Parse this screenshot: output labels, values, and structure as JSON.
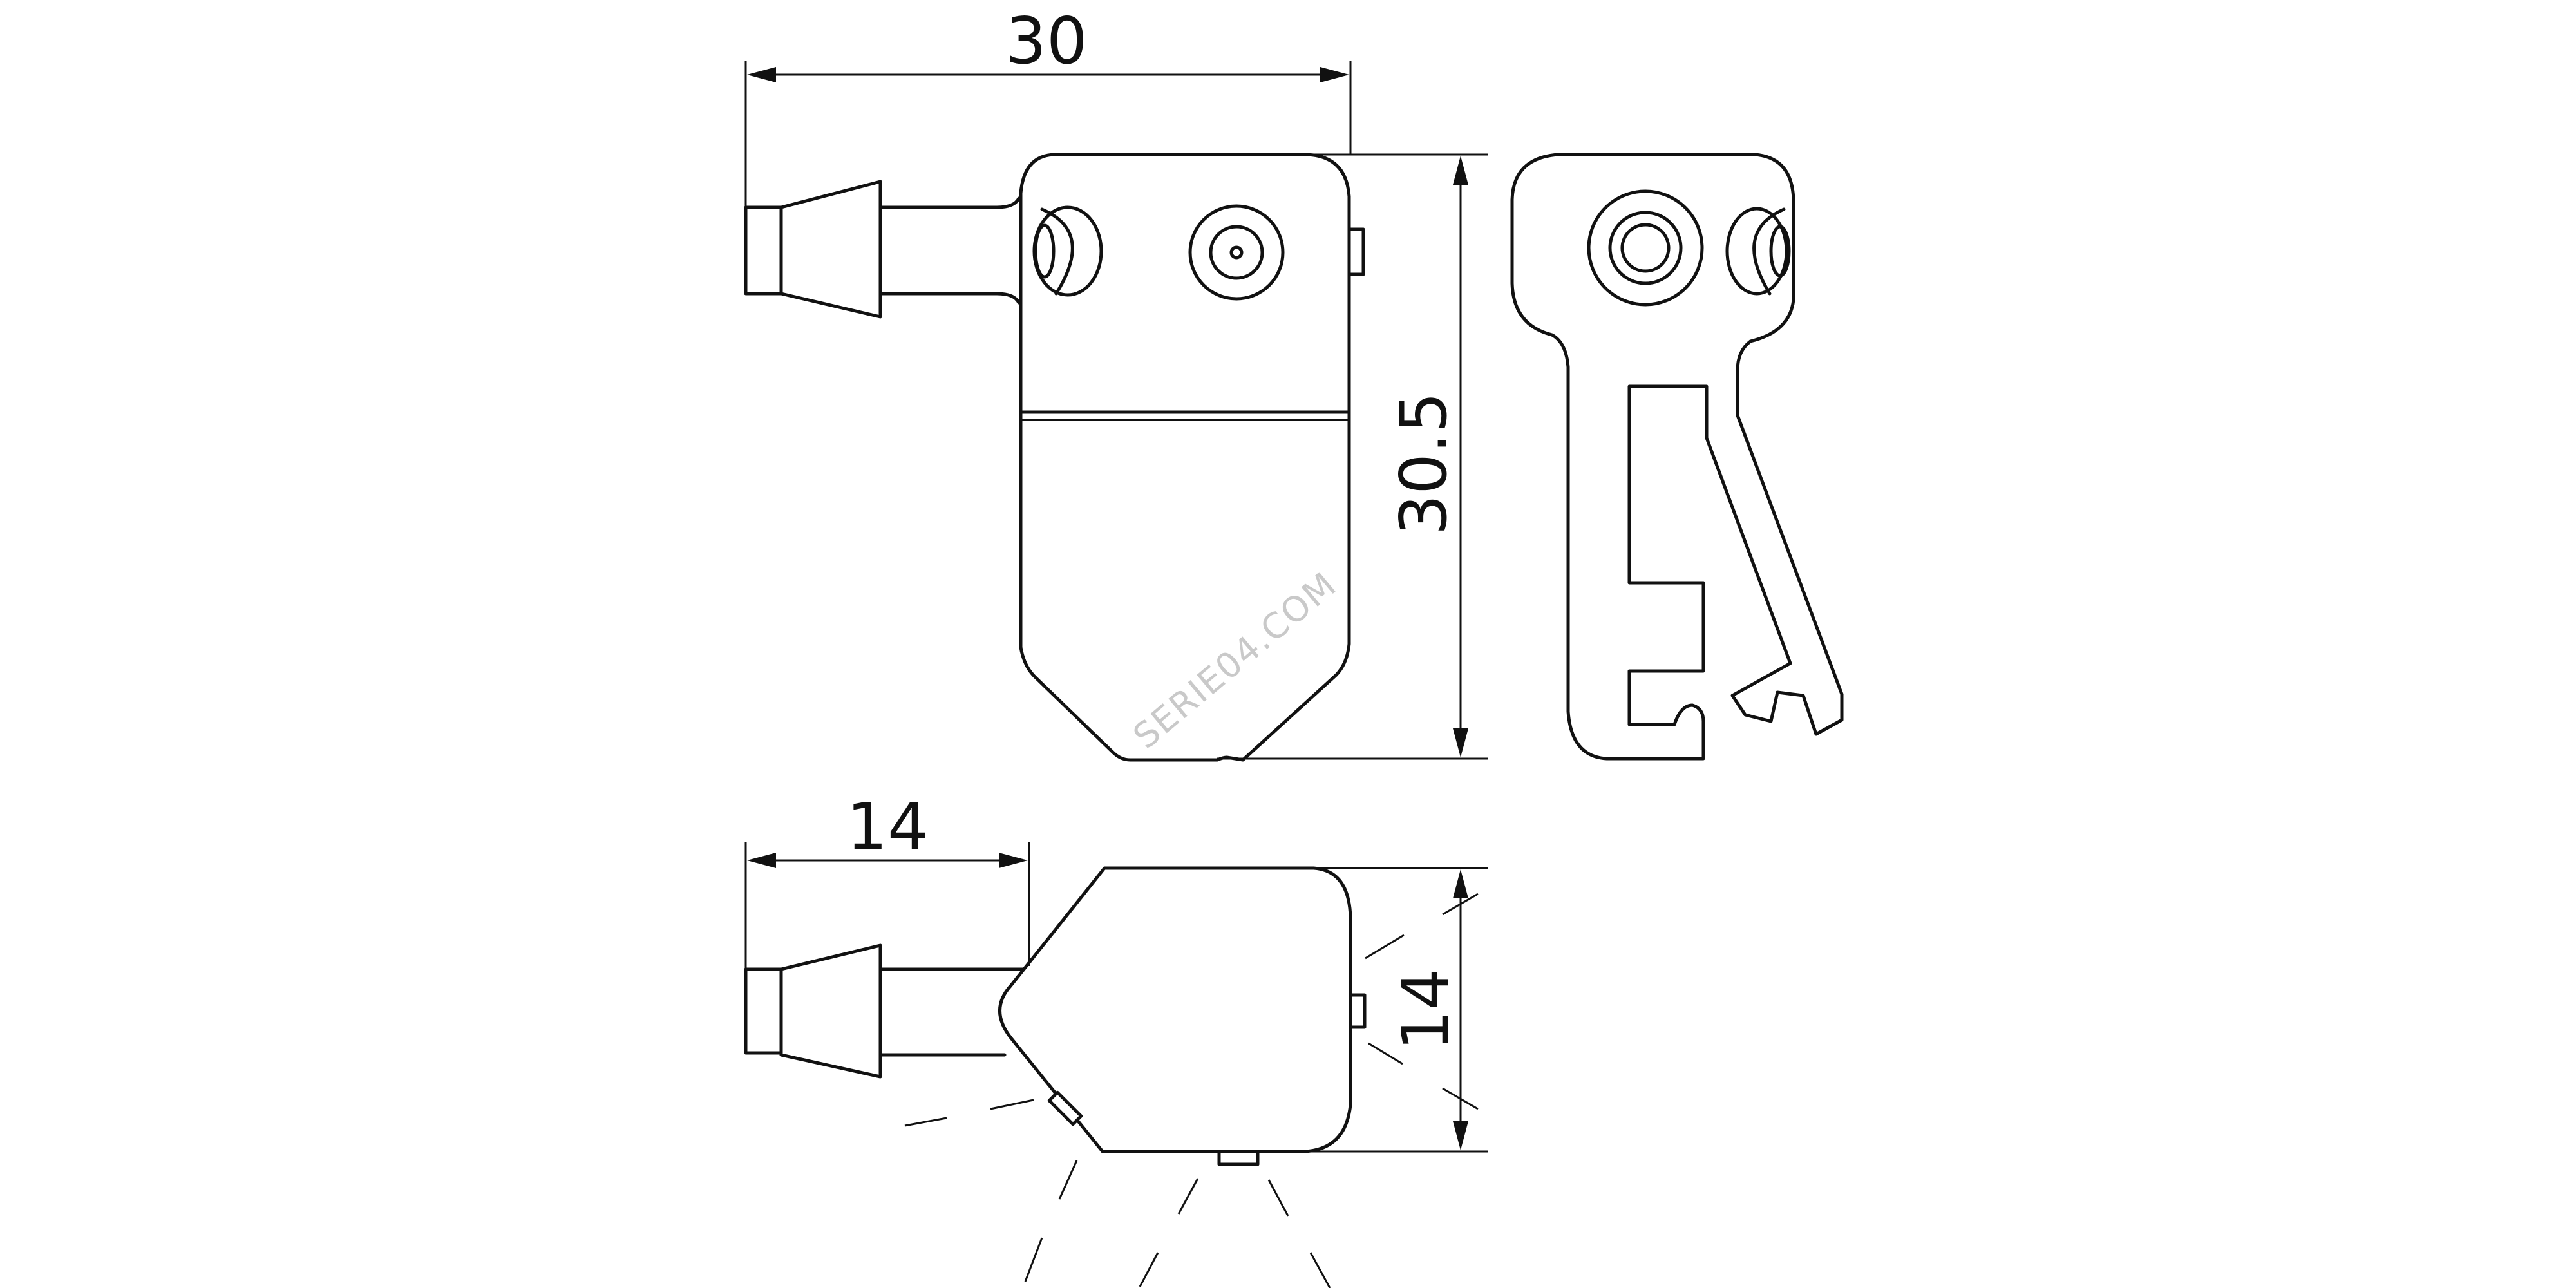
{
  "dimensions": {
    "front_width": "30",
    "front_height": "30.5",
    "top_length": "14",
    "top_height": "14"
  },
  "watermark": "SERIE04.COM",
  "colors": {
    "line": "#111111",
    "background": "#ffffff",
    "watermark": "#c9c9c9"
  }
}
